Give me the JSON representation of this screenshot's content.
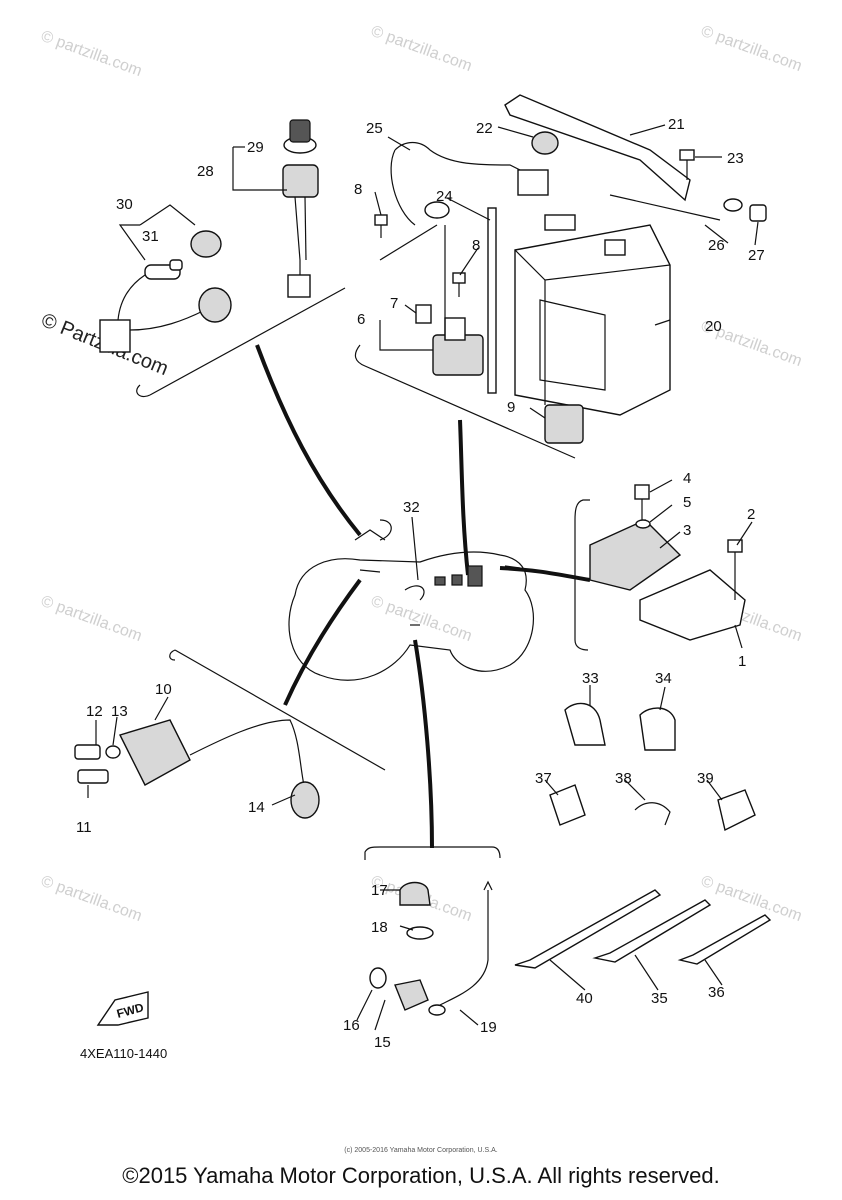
{
  "diagram": {
    "callouts": [
      "1",
      "2",
      "3",
      "4",
      "5",
      "6",
      "7",
      "8",
      "9",
      "10",
      "11",
      "12",
      "13",
      "14",
      "15",
      "16",
      "17",
      "18",
      "19",
      "20",
      "21",
      "22",
      "23",
      "24",
      "25",
      "26",
      "27",
      "28",
      "29",
      "30",
      "31",
      "32",
      "33",
      "34",
      "35",
      "36",
      "37",
      "38",
      "39",
      "40"
    ],
    "callout_8_repeat": "8",
    "diagram_code": "4XEA110-1440",
    "fwd_label": "FWD",
    "watermark_text": "© partzilla.com",
    "watermark_large": "© Partzilla.com"
  },
  "footer": {
    "copyright": "©2015 Yamaha Motor Corporation, U.S.A. All rights reserved.",
    "fine_print": "(c) 2005-2016 Yamaha Motor Corporation, U.S.A."
  }
}
